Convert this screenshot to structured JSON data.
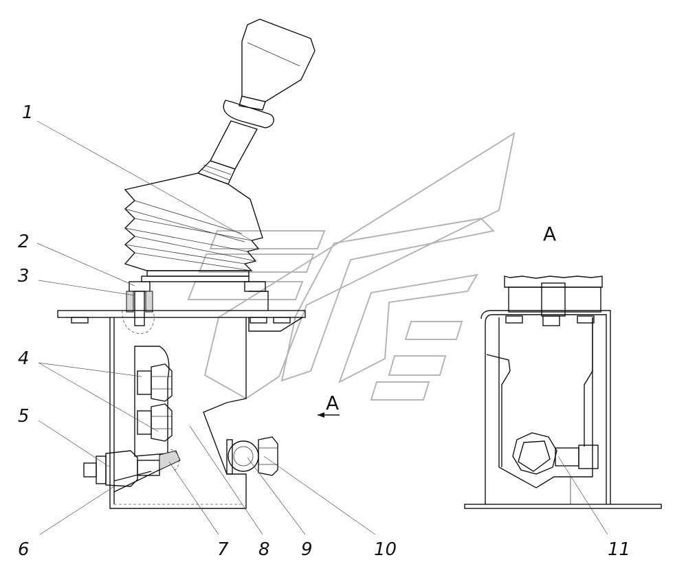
{
  "callouts": [
    "1",
    "2",
    "3",
    "4",
    "5",
    "6",
    "7",
    "8",
    "9",
    "10",
    "11"
  ],
  "view_label": "A",
  "section_arrow_label": "A"
}
